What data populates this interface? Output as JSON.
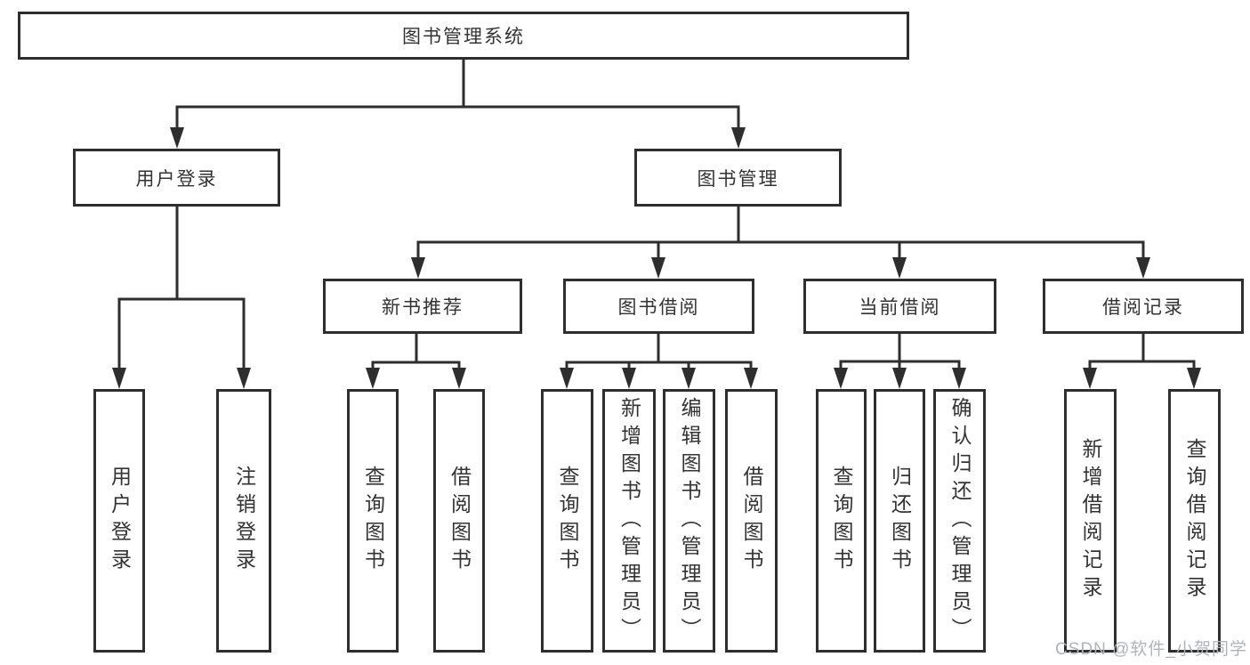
{
  "diagram": {
    "root": {
      "label": "图书管理系统"
    },
    "level2": [
      {
        "id": "user-login",
        "label": "用户登录"
      },
      {
        "id": "book-management",
        "label": "图书管理"
      }
    ],
    "level3": [
      {
        "id": "new-book-recommend",
        "parent": "book-management",
        "label": "新书推荐"
      },
      {
        "id": "book-borrowing",
        "parent": "book-management",
        "label": "图书借阅"
      },
      {
        "id": "current-borrowing",
        "parent": "book-management",
        "label": "当前借阅"
      },
      {
        "id": "borrowing-records",
        "parent": "book-management",
        "label": "借阅记录"
      }
    ],
    "leaves": [
      {
        "parent": "user-login",
        "label": "用户登录"
      },
      {
        "parent": "user-login",
        "label": "注销登录"
      },
      {
        "parent": "new-book-recommend",
        "label": "查询图书"
      },
      {
        "parent": "new-book-recommend",
        "label": "借阅图书"
      },
      {
        "parent": "book-borrowing",
        "label": "查询图书"
      },
      {
        "parent": "book-borrowing",
        "label": "新增图书（管理员）"
      },
      {
        "parent": "book-borrowing",
        "label": "编辑图书（管理员）"
      },
      {
        "parent": "book-borrowing",
        "label": "借阅图书"
      },
      {
        "parent": "current-borrowing",
        "label": "查询图书"
      },
      {
        "parent": "current-borrowing",
        "label": "归还图书"
      },
      {
        "parent": "current-borrowing",
        "label": "确认归还（管理员）"
      },
      {
        "parent": "borrowing-records",
        "label": "新增借阅记录"
      },
      {
        "parent": "borrowing-records",
        "label": "查询借阅记录"
      }
    ]
  },
  "watermark": {
    "text": "CSDN @软件_小贺同学",
    "color": "#b0b4b8"
  },
  "colors": {
    "line": "#2e2e2e",
    "border": "#2e2e2e",
    "text": "#333333",
    "background": "#ffffff"
  }
}
